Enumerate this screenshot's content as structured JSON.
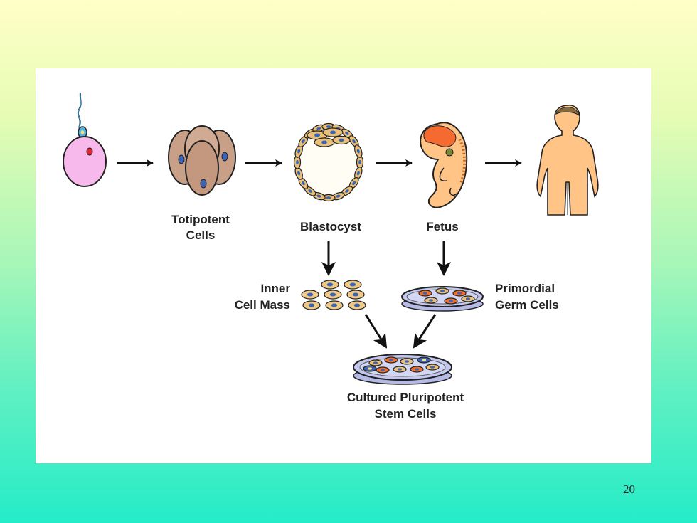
{
  "diagram": {
    "stages": {
      "egg": "",
      "totipotent": {
        "line1": "Totipotent",
        "line2": "Cells"
      },
      "blastocyst": "Blastocyst",
      "fetus": "Fetus",
      "human": ""
    },
    "derived": {
      "inner_cell_mass": {
        "line1": "Inner",
        "line2": "Cell Mass"
      },
      "primordial_germ_cells": {
        "line1": "Primordial",
        "line2": "Germ Cells"
      }
    },
    "result": {
      "line1": "Cultured Pluripotent",
      "line2": "Stem Cells"
    },
    "colors": {
      "background_top": "#ffffc8",
      "background_bottom": "#24ecc8",
      "panel": "#ffffff",
      "arrow": "#111111",
      "egg": "#f7b8ec",
      "nucleus_red": "#e8212e",
      "cell_tan": "#c8a088",
      "cell_blue": "#3c64b4",
      "skin": "#ffc486",
      "fetus_orange": "#f46a30",
      "dish_lavender": "#c4c8ee",
      "cell_orange": "#f07030"
    }
  },
  "page": {
    "number": "20"
  }
}
